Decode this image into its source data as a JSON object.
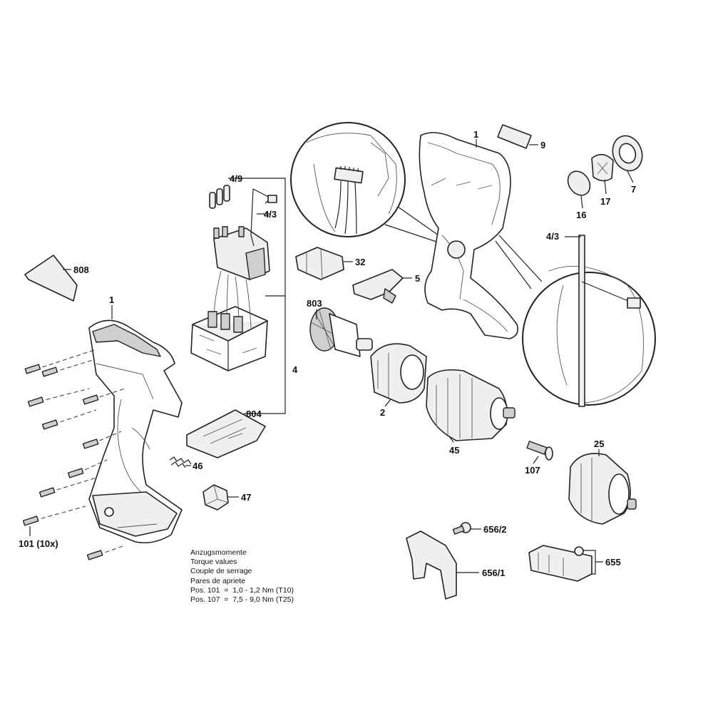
{
  "labels": {
    "p1_top": "1",
    "p9": "9",
    "p7": "7",
    "p17": "17",
    "p16": "16",
    "p4_9": "4/9",
    "p4_3": "4/3",
    "p4_3_detail": "4/3",
    "p808": "808",
    "p1_left": "1",
    "p32": "32",
    "p5": "5",
    "p803": "803",
    "p4": "4",
    "p2": "2",
    "p804": "804",
    "p45": "45",
    "p46": "46",
    "p107": "107",
    "p25": "25",
    "p47": "47",
    "p101": "101 (10x)",
    "p656_2": "656/2",
    "p656_1": "656/1",
    "p655": "655"
  },
  "torque_note": {
    "line1": "Anzugsmomente",
    "line2": "Torque values",
    "line3": "Couple de serrage",
    "line4": "Pares de apriete",
    "line5": "Pos. 101  =  1,0 - 1,2 Nm (T10)",
    "line6": "Pos. 107  =  7,5 - 9,0 Nm (T25)"
  }
}
